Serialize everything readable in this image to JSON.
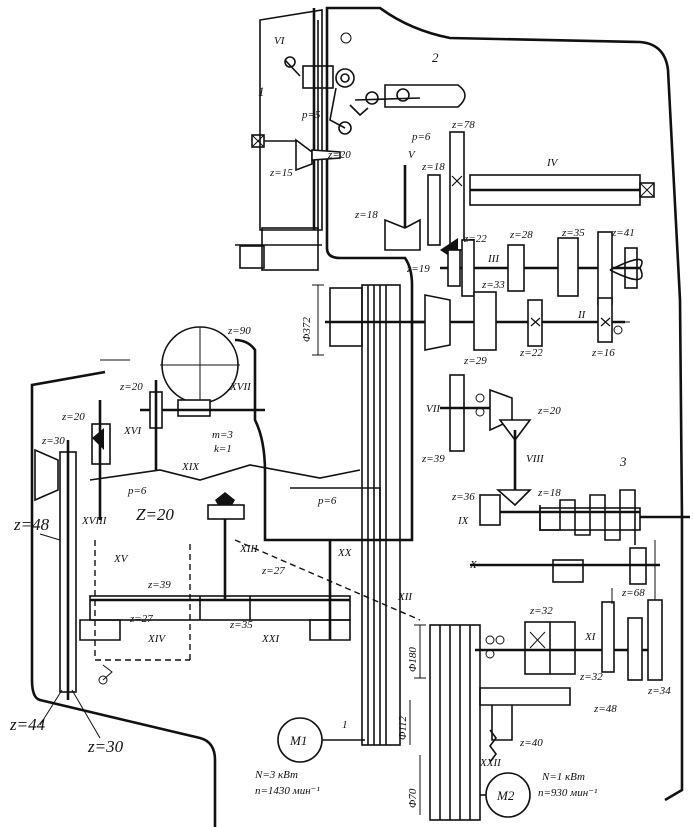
{
  "labels": {
    "g1": "1",
    "g2": "2",
    "g3": "3",
    "m1_drive": "1",
    "VI": "VI",
    "V": "V",
    "IV": "IV",
    "III": "III",
    "II": "II",
    "VII": "VII",
    "VIII": "VIII",
    "IX": "IX",
    "X": "X",
    "XI": "XI",
    "XII": "XII",
    "XIII": "XIII",
    "XIV": "XIV",
    "XV": "XV",
    "XVI": "XVI",
    "XVII": "XVII",
    "XVIII": "XVIII",
    "XIX": "XIX",
    "XX": "XX",
    "XXI": "XXI",
    "XXII": "XXII",
    "p5": "p=5",
    "p6a": "p=6",
    "p6b": "p=6",
    "p6c": "p=6",
    "z20_top": "z=20",
    "z15": "z=15",
    "z78": "z=78",
    "z18a": "z=18",
    "z18b": "z=18",
    "z22a": "z=22",
    "z28": "z=28",
    "z35a": "z=35",
    "z41": "z=41",
    "z19": "z=19",
    "z33": "z=33",
    "z29": "z=29",
    "z22b": "z=22",
    "z16": "z=16",
    "d372": "Φ372",
    "z90": "z=90",
    "m3": "m=3",
    "k1": "k=1",
    "z20_xvi": "z=20",
    "z20_left": "z=20",
    "z30_top": "z=30",
    "z39_vii": "z=39",
    "z20_vii": "z=20",
    "z36": "z=36",
    "z18_ix": "z=18",
    "z48_big": "z=48",
    "z20_big": "Z=20",
    "z39_xiv": "z=39",
    "z27a": "z=27",
    "z27b": "z=27",
    "z35b": "z=35",
    "z32a": "z=32",
    "z32b": "z=32",
    "z68": "z=68",
    "z48b": "z=48",
    "z34": "z=34",
    "z40": "z=40",
    "d180": "Φ180",
    "d112": "Φ112",
    "d70": "Φ70",
    "M1": "M1",
    "M2": "M2",
    "m1_power": "N=3 кВт",
    "m1_speed": "n=1430 мин⁻¹",
    "m2_power": "N=1 кВт",
    "m2_speed": "n=930 мин⁻¹",
    "z44_big": "z=44",
    "z30_big": "z=30"
  }
}
